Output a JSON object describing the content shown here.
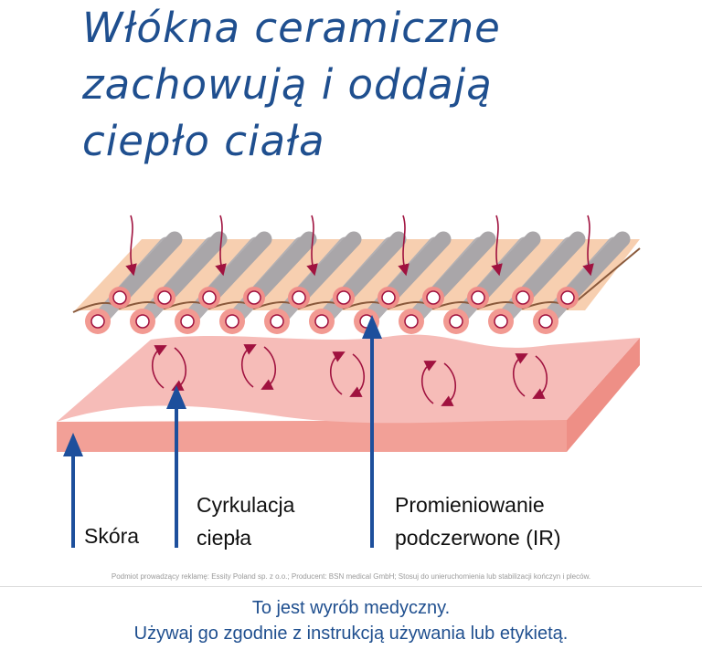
{
  "title": {
    "lines": [
      "Włókna ceramiczne",
      "zachowują i oddają",
      "ciepło ciała"
    ]
  },
  "labels": {
    "skin": "Skóra",
    "circulation": [
      "Cyrkulacja",
      "ciepła"
    ],
    "ir": [
      "Promieniowanie",
      "podczerwone (IR)"
    ]
  },
  "fine_print": "Podmiot prowadzący reklamę: Essity Poland sp. z o.o.; Producent: BSN medical GmbH; Stosuj do unieruchomienia lub stabilizacji kończyn i pleców.",
  "footer": {
    "lines": [
      "To jest wyrób medyczny.",
      "Używaj go zgodnie z instrukcją używania lub etykietą."
    ]
  },
  "colors": {
    "title": "#1f4f8f",
    "arrow_blue": "#1d4f9c",
    "heat_arrow": "#a0123f",
    "skin_top": "#f5b8b4",
    "skin_front": "#f09a90",
    "fiber_gray": "#b3b0b3",
    "fabric": "#f7cfb0"
  }
}
